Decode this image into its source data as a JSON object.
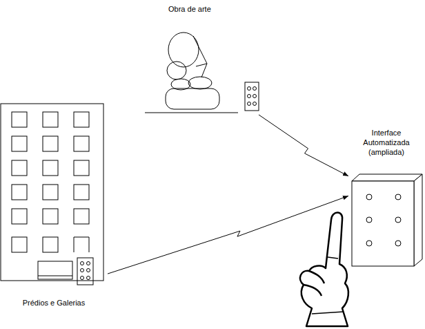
{
  "diagram": {
    "nodes": [
      {
        "text": [
          "Obra de arte"
        ]
      },
      {
        "text": [
          "Prédios e Galerias"
        ]
      },
      {
        "text": [
          "Interface Automatizada (ampliada)"
        ]
      }
    ],
    "edges": [
      {
        "from": 0,
        "to": 2,
        "arrow": "to"
      },
      {
        "from": 1,
        "to": 2,
        "arrow": "to"
      }
    ]
  }
}
